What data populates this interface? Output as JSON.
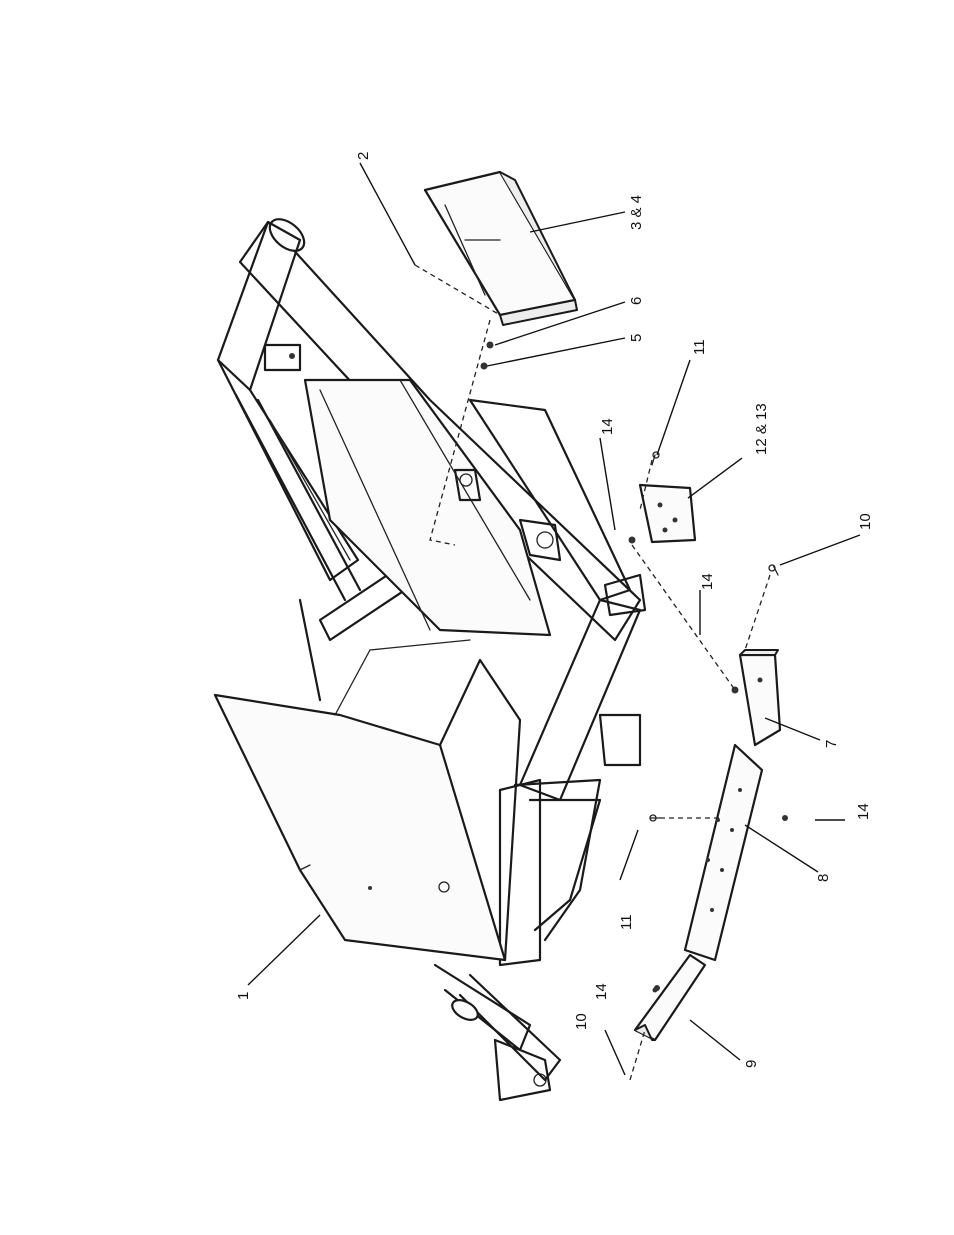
{
  "callouts": [
    {
      "id": "c1",
      "text": "1"
    },
    {
      "id": "c2",
      "text": "2"
    },
    {
      "id": "c34",
      "text": "3 & 4"
    },
    {
      "id": "c5",
      "text": "5"
    },
    {
      "id": "c6",
      "text": "6"
    },
    {
      "id": "c7",
      "text": "7"
    },
    {
      "id": "c8",
      "text": "8"
    },
    {
      "id": "c9",
      "text": "9"
    },
    {
      "id": "c10a",
      "text": "10"
    },
    {
      "id": "c10b",
      "text": "10"
    },
    {
      "id": "c11a",
      "text": "11"
    },
    {
      "id": "c11b",
      "text": "11"
    },
    {
      "id": "c1213",
      "text": "12 & 13"
    },
    {
      "id": "c14a",
      "text": "14"
    },
    {
      "id": "c14b",
      "text": "14"
    },
    {
      "id": "c14c",
      "text": "14"
    },
    {
      "id": "c14d",
      "text": "14"
    }
  ]
}
